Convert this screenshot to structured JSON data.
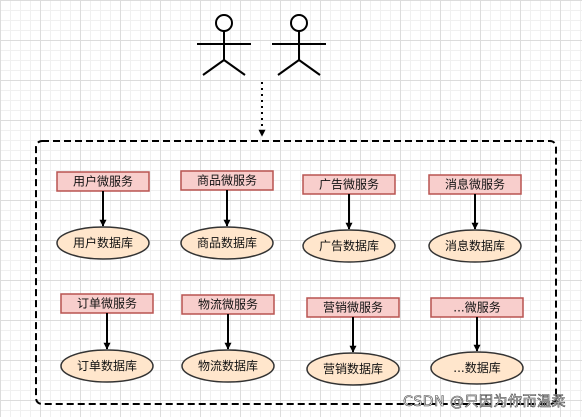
{
  "colors": {
    "service_fill": "#f8cecc",
    "service_stroke": "#b85450",
    "db_fill": "#ffe6cc",
    "db_stroke": "#333333",
    "line": "#000000"
  },
  "actors": [
    {
      "icon": "stick-figure-icon"
    },
    {
      "icon": "stick-figure-icon"
    }
  ],
  "services": [
    {
      "service": "用户微服务",
      "database": "用户数据库"
    },
    {
      "service": "商品微服务",
      "database": "商品数据库"
    },
    {
      "service": "广告微服务",
      "database": "广告数据库"
    },
    {
      "service": "消息微服务",
      "database": "消息数据库"
    },
    {
      "service": "订单微服务",
      "database": "订单数据库"
    },
    {
      "service": "物流微服务",
      "database": "物流数据库"
    },
    {
      "service": "营销微服务",
      "database": "营销数据库"
    },
    {
      "service": "...微服务",
      "database": "...数据库"
    }
  ],
  "watermark": "CSDN @只因为你而温柔"
}
